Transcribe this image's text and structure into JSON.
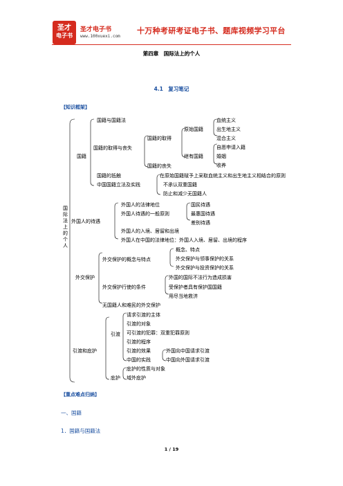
{
  "header": {
    "logo_top": "圣才",
    "logo_bottom": "电子书",
    "brand": "圣才电子书",
    "site": "www.100xuexi.com",
    "slogan": "十万种考研考证电子书、题库视频学习平台"
  },
  "chapter_title": "第四章　国际法上的个人",
  "section_title": "4.1　复习笔记",
  "framework_tag": "【知识框架】",
  "root_label": "国际法上的个人",
  "tree": {
    "guoji": {
      "label": "国籍",
      "fa": "国籍与国籍法",
      "qude_sangshi": "国籍的取得与丧失",
      "qude": "国籍的取得",
      "yuanshi": "原始国籍",
      "xue": "血统主义",
      "chusheng": "出生地主义",
      "hunhe": "混合主义",
      "jichuan": "继有国籍",
      "shenqing": "自愿申请入籍",
      "hunyin": "婚姻",
      "shouyang": "收养",
      "sangshi": "国籍的丧失",
      "dichu": "国籍的抵触",
      "zhongguo": "中国国籍立法及实践",
      "cn1": "在原始国籍赋予上采取血统主义和出生地主义相结合的原则",
      "cn2": "不承认双重国籍",
      "cn3": "防止和减少无国籍人"
    },
    "waiguoren": {
      "label": "外国人的待遇",
      "diwei": "外国人的法律地位",
      "yiban": "外国人待遇的一般原则",
      "guomin": "国民待遇",
      "zuihui": "最惠国待遇",
      "chabie": "差别待遇",
      "rujing": "外国人的入境、居留和出境",
      "zhongguo": "外国人在中国的法律地位：外国人入境、居留、出境的程序"
    },
    "baohu": {
      "label": "外交保护",
      "gainian": "外交保护的概念与特点",
      "tedian": "概念、特点",
      "lingshi": "外交保护与领事保护的关系",
      "touzi": "外交保护与投资保护的关系",
      "tiaojian": "外交保护行使的条件",
      "sunhai": "外国的国际不法行为造成损害",
      "shoubaohu": "受保护者具有保护国国籍",
      "yongjin": "用尽当地救济",
      "nanmin": "无国籍人和难民的外交保护"
    },
    "yindu": {
      "label": "引渡和庇护",
      "yindu": "引渡",
      "zhuti": "请求引渡的主体",
      "duixiang": "引渡的对象",
      "fanzui": "可引渡的犯罪：双重犯罪原则",
      "chengxu": "引渡的程序",
      "xiaoguo": "引渡的效果",
      "shijian": "中国的实践",
      "xiang": "外国向中国请求引渡",
      "zhongxiang": "中国向外国请求引渡",
      "bihu": "庇护",
      "xingzhi": "庇护的性质与对象",
      "yuwai": "域外庇护"
    }
  },
  "difficulty_tag": "【重点难点归纳】",
  "heading1": "一、国籍",
  "heading2": "1．国籍与国籍法",
  "page_number": "1 / 19"
}
